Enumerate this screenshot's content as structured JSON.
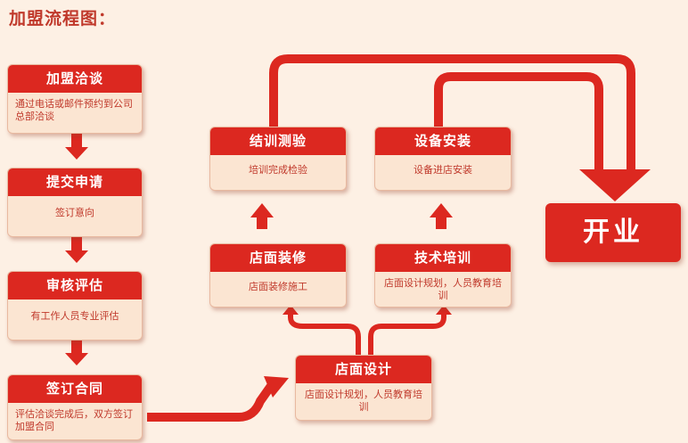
{
  "title": "加盟流程图：",
  "steps": [
    {
      "title": "加盟洽谈",
      "desc": "通过电话或邮件预约到公司总部洽谈"
    },
    {
      "title": "提交申请",
      "desc": "签订意向"
    },
    {
      "title": "审核评估",
      "desc": "有工作人员专业评估"
    },
    {
      "title": "签订合同",
      "desc": "评估洽谈完成后，双方签订加盟合同"
    },
    {
      "title": "店面设计",
      "desc": "店面设计规划，人员教育培训"
    },
    {
      "title": "店面装修",
      "desc": "店面装修施工"
    },
    {
      "title": "技术培训",
      "desc": "店面设计规划，人员教育培训"
    },
    {
      "title": "结训测验",
      "desc": "培训完成检验"
    },
    {
      "title": "设备安装",
      "desc": "设备进店安装"
    }
  ],
  "final_step": "开业",
  "colors": {
    "primary": "#dc2820",
    "body_bg": "#fbe5d2",
    "page_bg": "#fdf0e4"
  }
}
